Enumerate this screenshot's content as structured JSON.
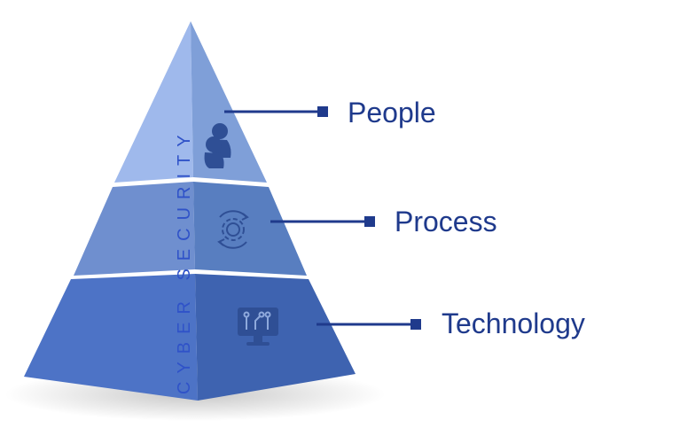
{
  "pyramid": {
    "vertical_label": "CYBER SECURITY",
    "tiers": [
      {
        "label": "People",
        "icon": "people-heads-icon"
      },
      {
        "label": "Process",
        "icon": "gear-cycle-icon"
      },
      {
        "label": "Technology",
        "icon": "computer-circuit-icon"
      }
    ]
  },
  "colors": {
    "label_text": "#1f3a8c",
    "connector": "#1f3a8c",
    "vertical_label": "#2f52c8",
    "top_left": "#9fb9ec",
    "top_right": "#7f9fd8",
    "mid_left": "#6f8fcf",
    "mid_right": "#587ec0",
    "bottom_left": "#4d73c6",
    "bottom_right": "#3e63b0",
    "icon": "#2f4f95"
  }
}
